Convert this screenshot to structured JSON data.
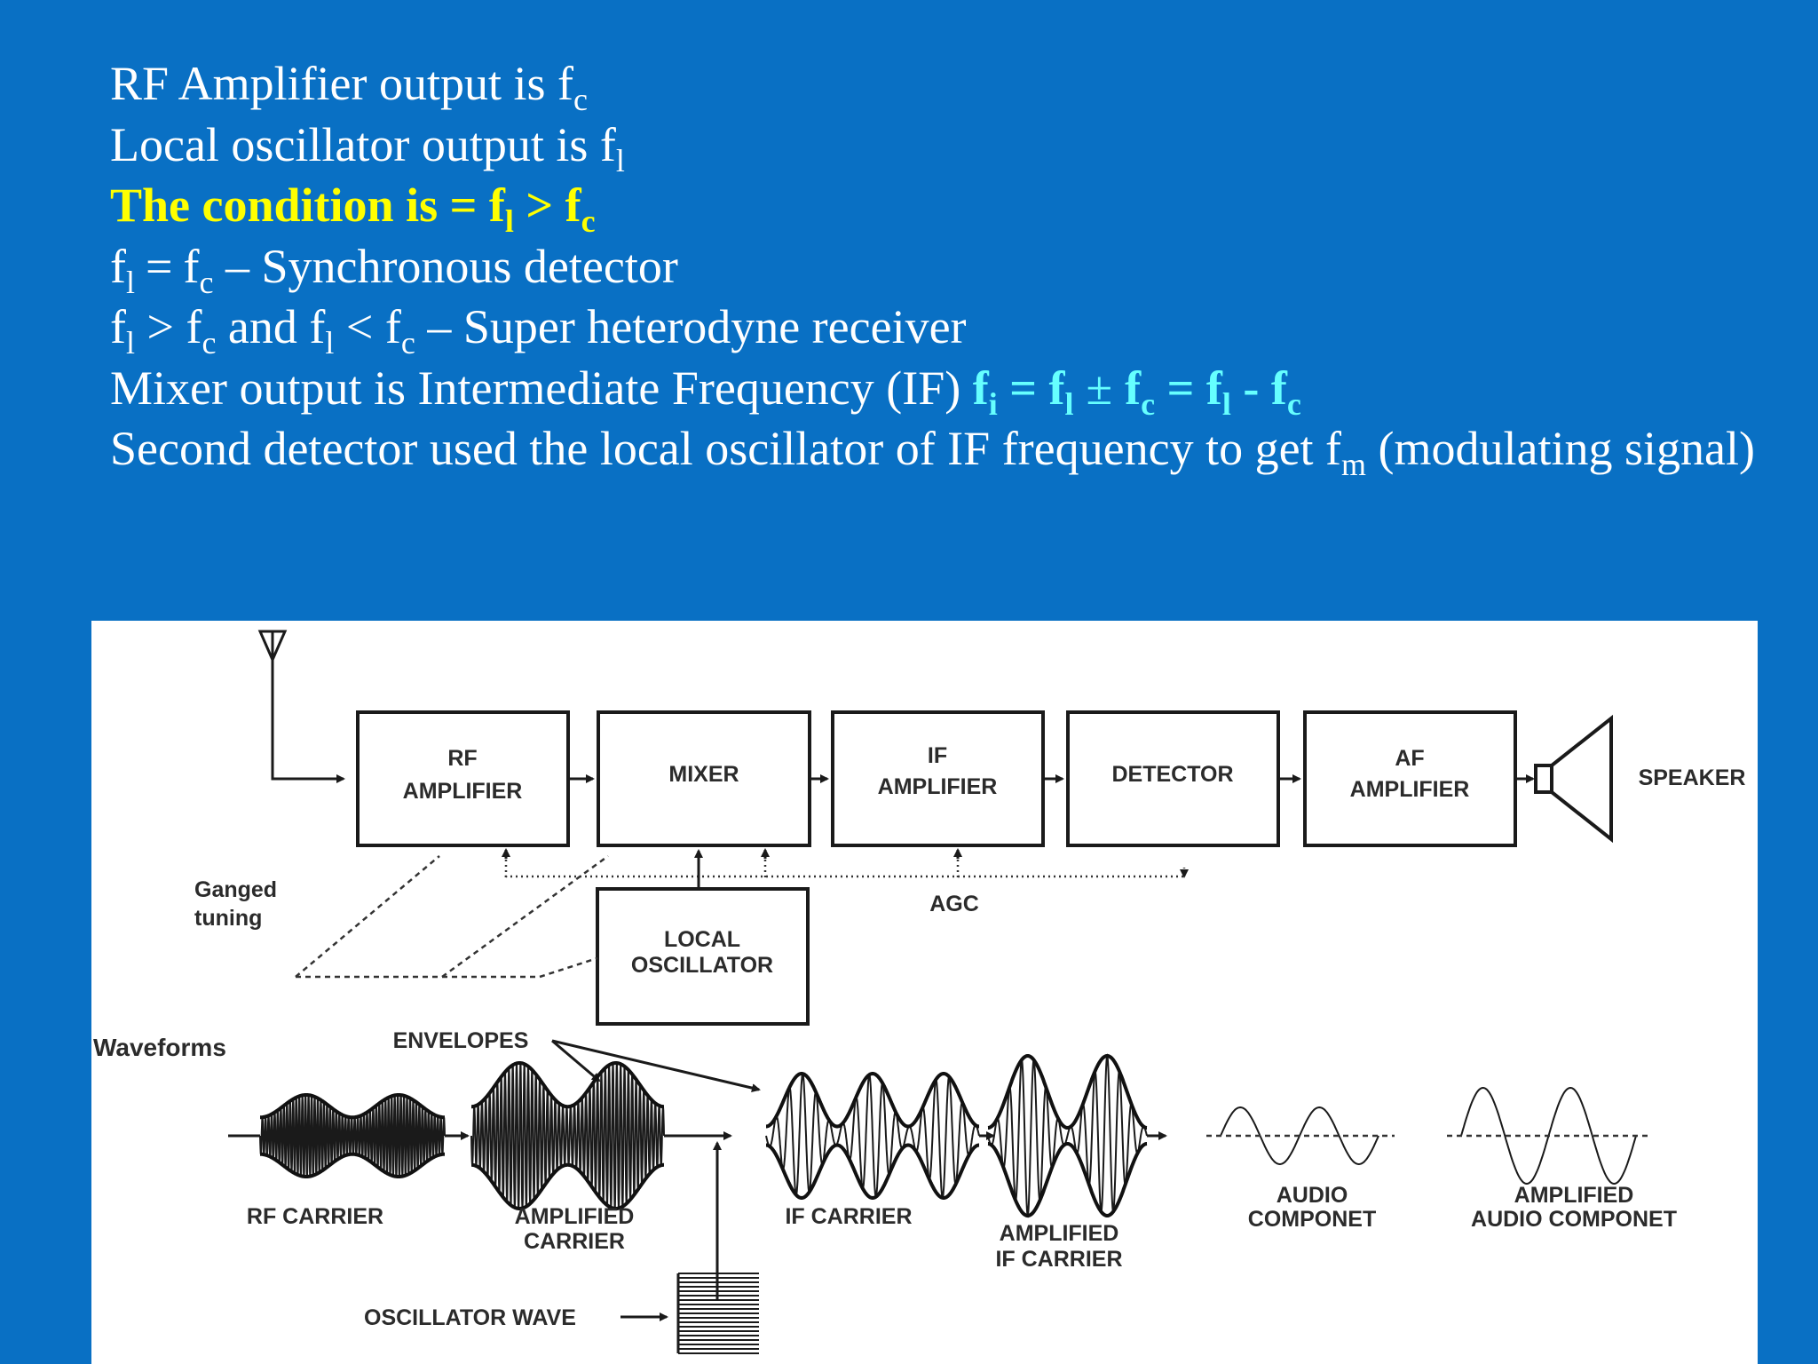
{
  "text": {
    "l1": {
      "pre": "RF Amplifier output is f",
      "sub": "c"
    },
    "l2": {
      "pre": "Local oscillator output is f",
      "sub": "l"
    },
    "l3": {
      "pre": "The condition is = f",
      "sub1": "l",
      "mid": " > f",
      "sub2": "c"
    },
    "l4": {
      "a": "f",
      "a_sub": "l",
      "eq": "=",
      "b": "f",
      "b_sub": "c",
      "post": " – Synchronous detector"
    },
    "l5": {
      "a": "f",
      "a_sub": "l",
      "t1": " > f",
      "t1_sub": "c",
      "t2": " and f",
      "t2_sub": "l",
      "t3": " < f",
      "t3_sub": "c",
      "post": " – Super heterodyne receiver"
    },
    "l6": {
      "pre": "Mixer output is Intermediate Frequency (IF) ",
      "f": "f",
      "f_sub": "i",
      "eq1": " = f",
      "eq1_sub": "l",
      "pm": "±",
      "t": "f",
      "t_sub": "c",
      "eq2": " = f",
      "eq2_sub": "l",
      "minus": " - f",
      "minus_sub": "c"
    },
    "l7": {
      "pre": "Second detector used the local oscillator of IF frequency to get f",
      "sub": "m",
      "post": " (modulating signal)"
    }
  },
  "colors": {
    "background": "#0970c4",
    "condition": "#ffff00",
    "formula": "#66ffff",
    "text": "#ffffff"
  },
  "diagram": {
    "blocks": {
      "rf_amp": [
        "RF",
        "AMPLIFIER"
      ],
      "mixer": [
        "MIXER"
      ],
      "if_amp": [
        "IF",
        "AMPLIFIER"
      ],
      "detector": [
        "DETECTOR"
      ],
      "af_amp": [
        "AF",
        "AMPLIFIER"
      ],
      "local_osc": [
        "LOCAL",
        "OSCILLATOR"
      ]
    },
    "labels": {
      "speaker": "SPEAKER",
      "ganged": [
        "Ganged",
        "tuning"
      ],
      "agc": "AGC",
      "waveforms": "Waveforms",
      "envelopes": "ENVELOPES",
      "rf_carrier": "RF CARRIER",
      "amplified_carrier": [
        "AMPLIFIED",
        "CARRIER"
      ],
      "if_carrier": "IF CARRIER",
      "amplified_if": [
        "AMPLIFIED",
        "IF CARRIER"
      ],
      "audio": [
        "AUDIO",
        "COMPONET"
      ],
      "amplified_audio": [
        "AMPLIFIED",
        "AUDIO COMPONET"
      ],
      "osc_wave": "OSCILLATOR WAVE"
    },
    "icons": [
      "antenna-icon",
      "speaker-icon"
    ]
  }
}
